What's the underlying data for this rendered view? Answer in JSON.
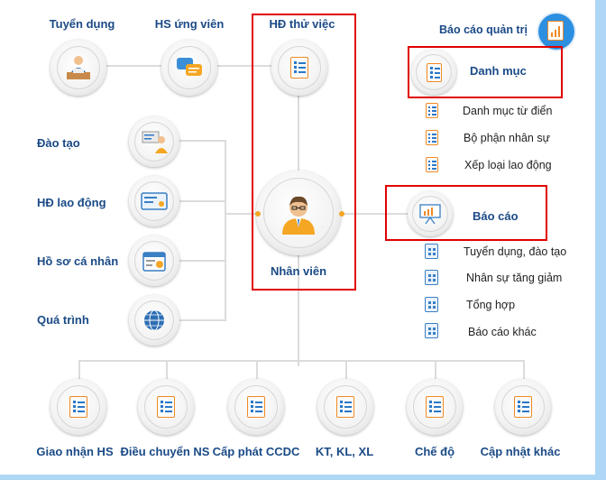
{
  "colors": {
    "label": "#1a4a86",
    "accent": "#f5a623",
    "highlight": "#e00000",
    "frame": "#aed7f5"
  },
  "top_row": [
    {
      "label": "Tuyển dụng",
      "icon": "recruiter-icon"
    },
    {
      "label": "HS ứng viên",
      "icon": "chat-bubbles-icon"
    },
    {
      "label": "HĐ thử việc",
      "icon": "document-list-icon"
    }
  ],
  "left_column": [
    {
      "label": "Đào tạo",
      "icon": "trainer-icon"
    },
    {
      "label": "HĐ lao động",
      "icon": "contract-card-icon"
    },
    {
      "label": "Hồ sơ cá nhân",
      "icon": "profile-calendar-icon"
    },
    {
      "label": "Quá trình",
      "icon": "globe-icon"
    }
  ],
  "center": {
    "label": "Nhân viên",
    "icon": "employee-icon"
  },
  "bottom_row": [
    {
      "label": "Giao nhận HS",
      "icon": "document-list-icon"
    },
    {
      "label": "Điều chuyển NS",
      "icon": "document-list-icon"
    },
    {
      "label": "Cấp phát CCDC",
      "icon": "document-list-icon"
    },
    {
      "label": "KT, KL, XL",
      "icon": "document-list-icon"
    },
    {
      "label": "Chế độ",
      "icon": "document-list-icon"
    },
    {
      "label": "Cập nhật khác",
      "icon": "document-list-icon"
    }
  ],
  "right_panel": {
    "title": "Báo cáo quản trị",
    "title_icon": "report-chart-icon",
    "categories": {
      "label": "Danh mục",
      "icon": "document-list-icon",
      "items": [
        "Danh mục từ điển",
        "Bộ phận nhân sự",
        "Xếp loại lao động"
      ]
    },
    "reports": {
      "label": "Báo cáo",
      "icon": "presentation-chart-icon",
      "items": [
        "Tuyển dụng, đào tạo",
        "Nhân sự tăng giảm",
        "Tổng hợp",
        "Báo cáo khác"
      ]
    }
  }
}
